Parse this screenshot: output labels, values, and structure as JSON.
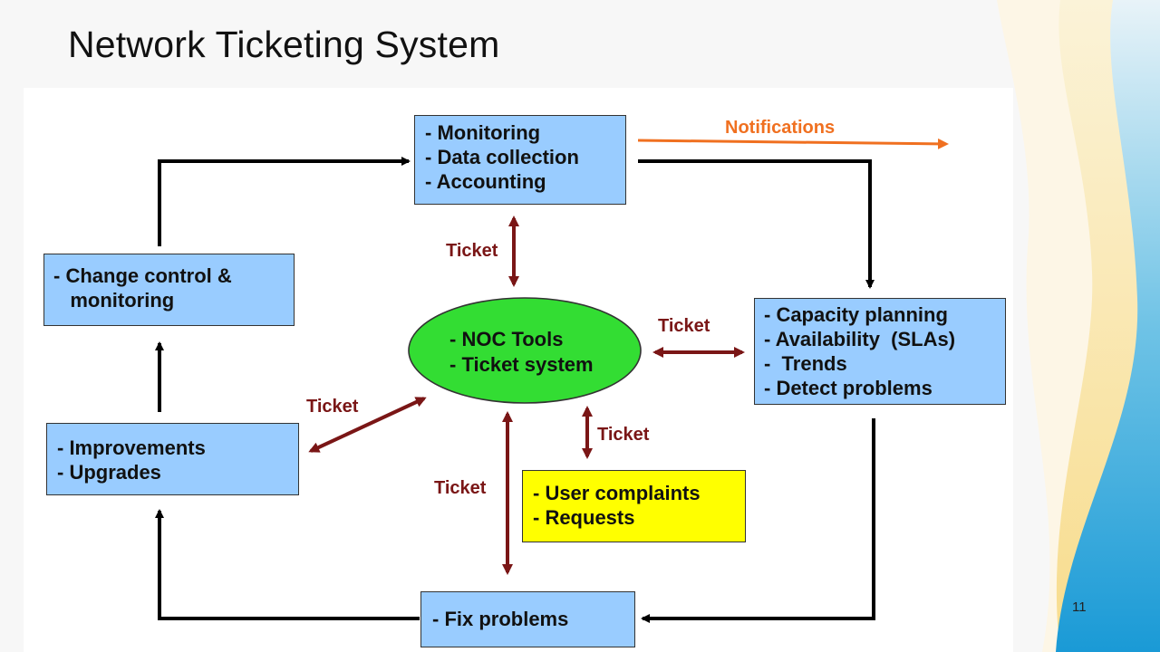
{
  "slide": {
    "title": "Network Ticketing System",
    "page_number": "11"
  },
  "colors": {
    "box_blue": "#99ccff",
    "box_yellow": "#ffff00",
    "ellipse_green": "#33dd33",
    "ticket_arrow": "#7a1616",
    "notification_arrow": "#f07020",
    "flow_arrow": "#000000"
  },
  "nodes": {
    "monitoring": [
      "- Monitoring",
      "- Data collection",
      "- Accounting"
    ],
    "capacity": [
      "- Capacity planning",
      "- Availability  (SLAs)",
      "-  Trends",
      "- Detect problems"
    ],
    "change_control": [
      "- Change control &",
      "   monitoring"
    ],
    "improvements": [
      "- Improvements",
      "- Upgrades"
    ],
    "user_complaints": [
      "- User complaints",
      "- Requests"
    ],
    "fix_problems": [
      "- Fix problems"
    ],
    "noc": [
      "- NOC Tools",
      "- Ticket system"
    ]
  },
  "labels": {
    "notifications": "Notifications",
    "ticket_top": "Ticket",
    "ticket_right": "Ticket",
    "ticket_left": "Ticket",
    "ticket_complaints": "Ticket",
    "ticket_bottom": "Ticket"
  }
}
